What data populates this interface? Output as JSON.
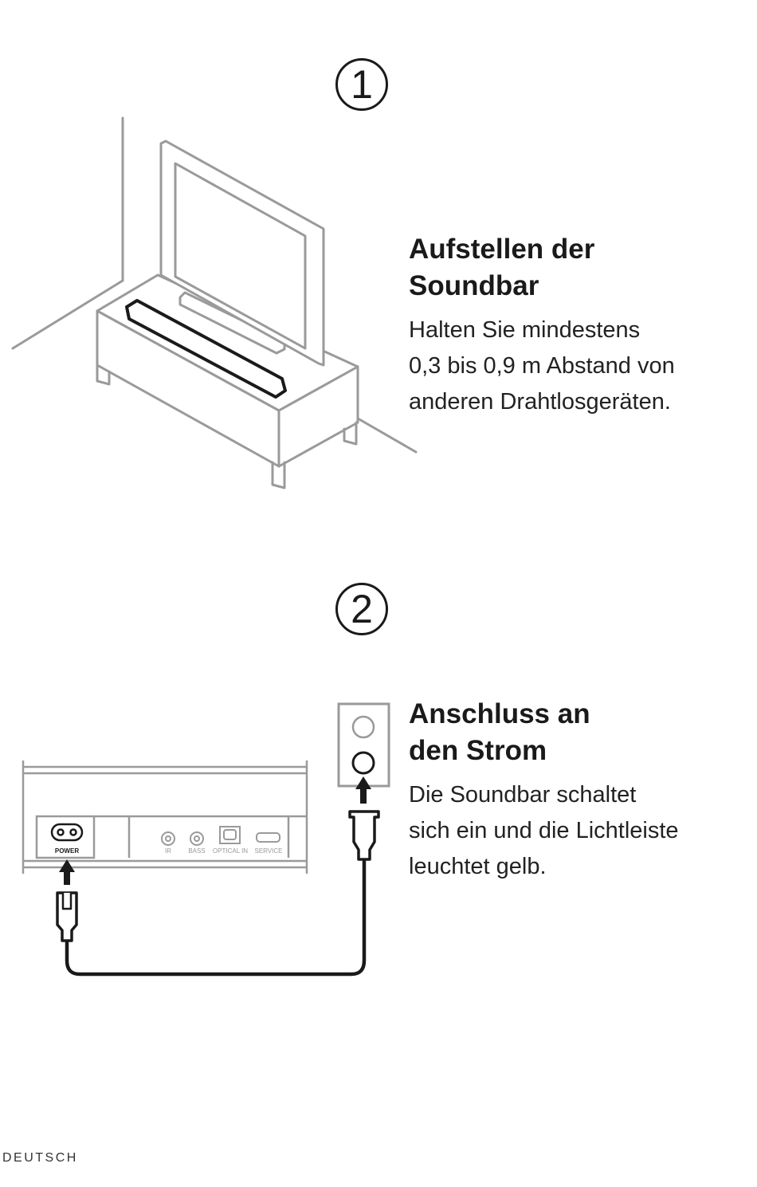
{
  "steps": [
    {
      "number": "1",
      "title_line1": "Aufstellen der",
      "title_line2": "Soundbar",
      "body_line1": "Halten Sie mindestens",
      "body_line2": "0,3 bis 0,9 m Abstand von",
      "body_line3": "anderen Drahtlosgeräten."
    },
    {
      "number": "2",
      "title_line1": "Anschluss an",
      "title_line2": "den Strom",
      "body_line1": "Die Soundbar schaltet",
      "body_line2": "sich ein und die Lichtleiste",
      "body_line3": "leuchtet gelb."
    }
  ],
  "ports": {
    "power": "POWER",
    "ir": "IR",
    "bass": "BASS",
    "optical": "OPTICAL IN",
    "service": "SERVICE"
  },
  "footer": {
    "language": "DEUTSCH"
  }
}
